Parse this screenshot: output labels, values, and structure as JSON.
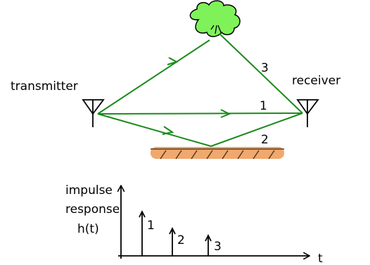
{
  "labels": {
    "transmitter": "transmitter",
    "receiver": "receiver",
    "path_1": "1",
    "path_2": "2",
    "path_3": "3",
    "impulse": "impulse",
    "response": "response",
    "h_t": "h(t)",
    "time_axis": "t",
    "impulse_1": "1",
    "impulse_2": "2",
    "impulse_3": "3"
  },
  "colors": {
    "path": "#1a8a1a",
    "tree_fill": "#7ff25a",
    "ground_fill": "#f0a86e",
    "ground_hatch": "#5a3a1a",
    "ink": "#000000"
  },
  "icons": {
    "transmitter_antenna": "antenna-icon",
    "receiver_antenna": "antenna-icon",
    "scatterer": "tree-icon",
    "reflector": "ground-icon"
  }
}
